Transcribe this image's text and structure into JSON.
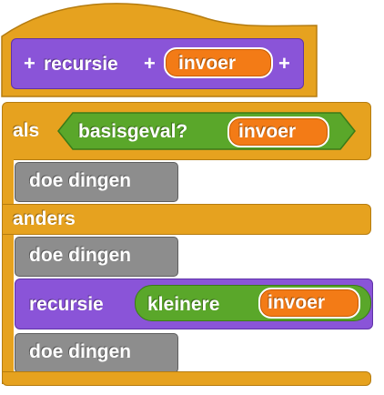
{
  "hat": {
    "block_name": "recursie",
    "param": "invoer",
    "plus_symbol": "+"
  },
  "if_else": {
    "if_label": "als",
    "else_label": "anders",
    "predicate": {
      "label": "basisgeval?",
      "arg": "invoer"
    }
  },
  "commands": {
    "do_things_1": "doe dingen",
    "do_things_2": "doe dingen",
    "do_things_3": "doe dingen"
  },
  "recursive_call": {
    "label": "recursie",
    "reporter": {
      "label": "kleinere",
      "arg": "invoer"
    }
  },
  "colors": {
    "control": "#e6a21f",
    "custom": "#8a54d8",
    "other": "#8d8d8d",
    "predicate": "#5aa72a",
    "variable": "#f37b16"
  }
}
